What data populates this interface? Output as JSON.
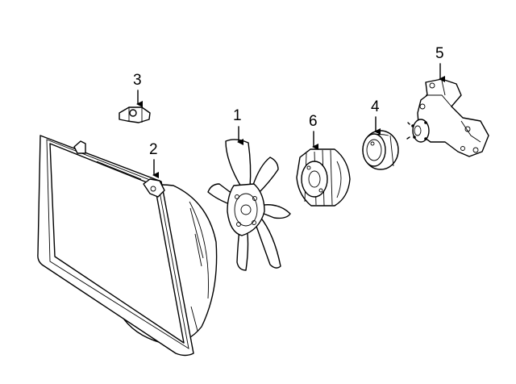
{
  "callouts": {
    "fan": "1",
    "shroud": "2",
    "clip": "3",
    "pulley": "4",
    "water_pump": "5",
    "clutch": "6"
  },
  "colors": {
    "line": "#000000",
    "background": "#ffffff"
  }
}
